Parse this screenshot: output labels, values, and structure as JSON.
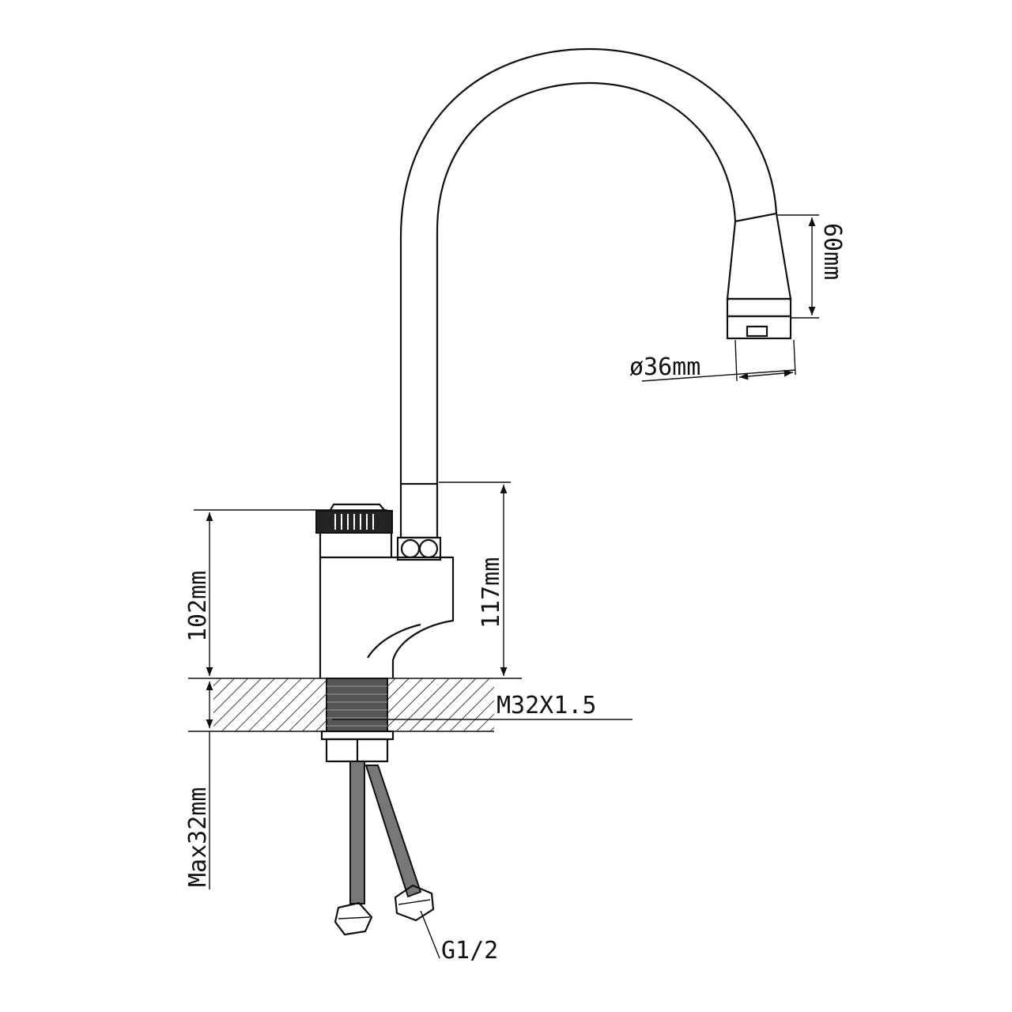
{
  "drawing": {
    "subject": "faucet",
    "dimensions": {
      "spray_head_height": "60mm",
      "spray_head_diameter": "ø36mm",
      "body_height": "102mm",
      "spout_base_height": "117mm",
      "thread": "M32X1.5",
      "max_counter_thickness": "Max32mm",
      "hose_connector": "G1/2"
    }
  }
}
